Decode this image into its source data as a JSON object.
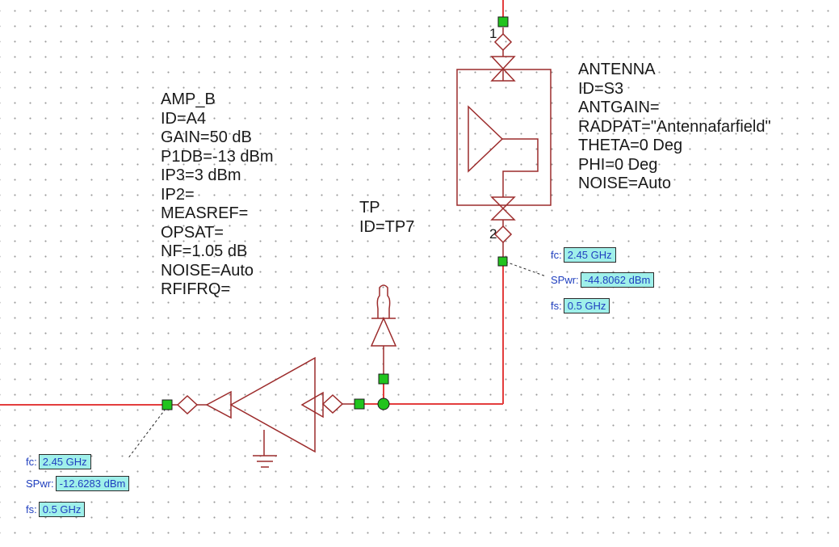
{
  "amp": {
    "lines": [
      "AMP_B",
      "ID=A4",
      "GAIN=50 dB",
      "P1DB=-13 dBm",
      "IP3=3 dBm",
      "IP2=",
      "MEASREF=",
      "OPSAT=",
      "NF=1.05 dB",
      "NOISE=Auto",
      "RFIFRQ="
    ]
  },
  "testpoint": {
    "lines": [
      "TP",
      "ID=TP7"
    ]
  },
  "antenna": {
    "lines": [
      "ANTENNA",
      "ID=S3",
      "ANTGAIN=",
      "RADPAT=\"Antennafarfield\"",
      "THETA=0 Deg",
      "PHI=0 Deg",
      "NOISE=Auto"
    ],
    "pin1": "1",
    "pin2": "2"
  },
  "probe_antenna": {
    "fc_label": "fc:",
    "fc_value": "2.45 GHz",
    "spwr_label": "SPwr:",
    "spwr_value": "-44.8062 dBm",
    "fs_label": "fs:",
    "fs_value": "0.5 GHz"
  },
  "probe_amp": {
    "fc_label": "fc:",
    "fc_value": "2.45 GHz",
    "spwr_label": "SPwr:",
    "spwr_value": "-12.6283 dBm",
    "fs_label": "fs:",
    "fs_value": "0.5 GHz"
  },
  "colors": {
    "wire": "#e33d3d",
    "symbol": "#9c2b2b",
    "node": "#22c41e",
    "probe_fill": "#9ff0ea",
    "probe_text": "#1f3fbf"
  }
}
